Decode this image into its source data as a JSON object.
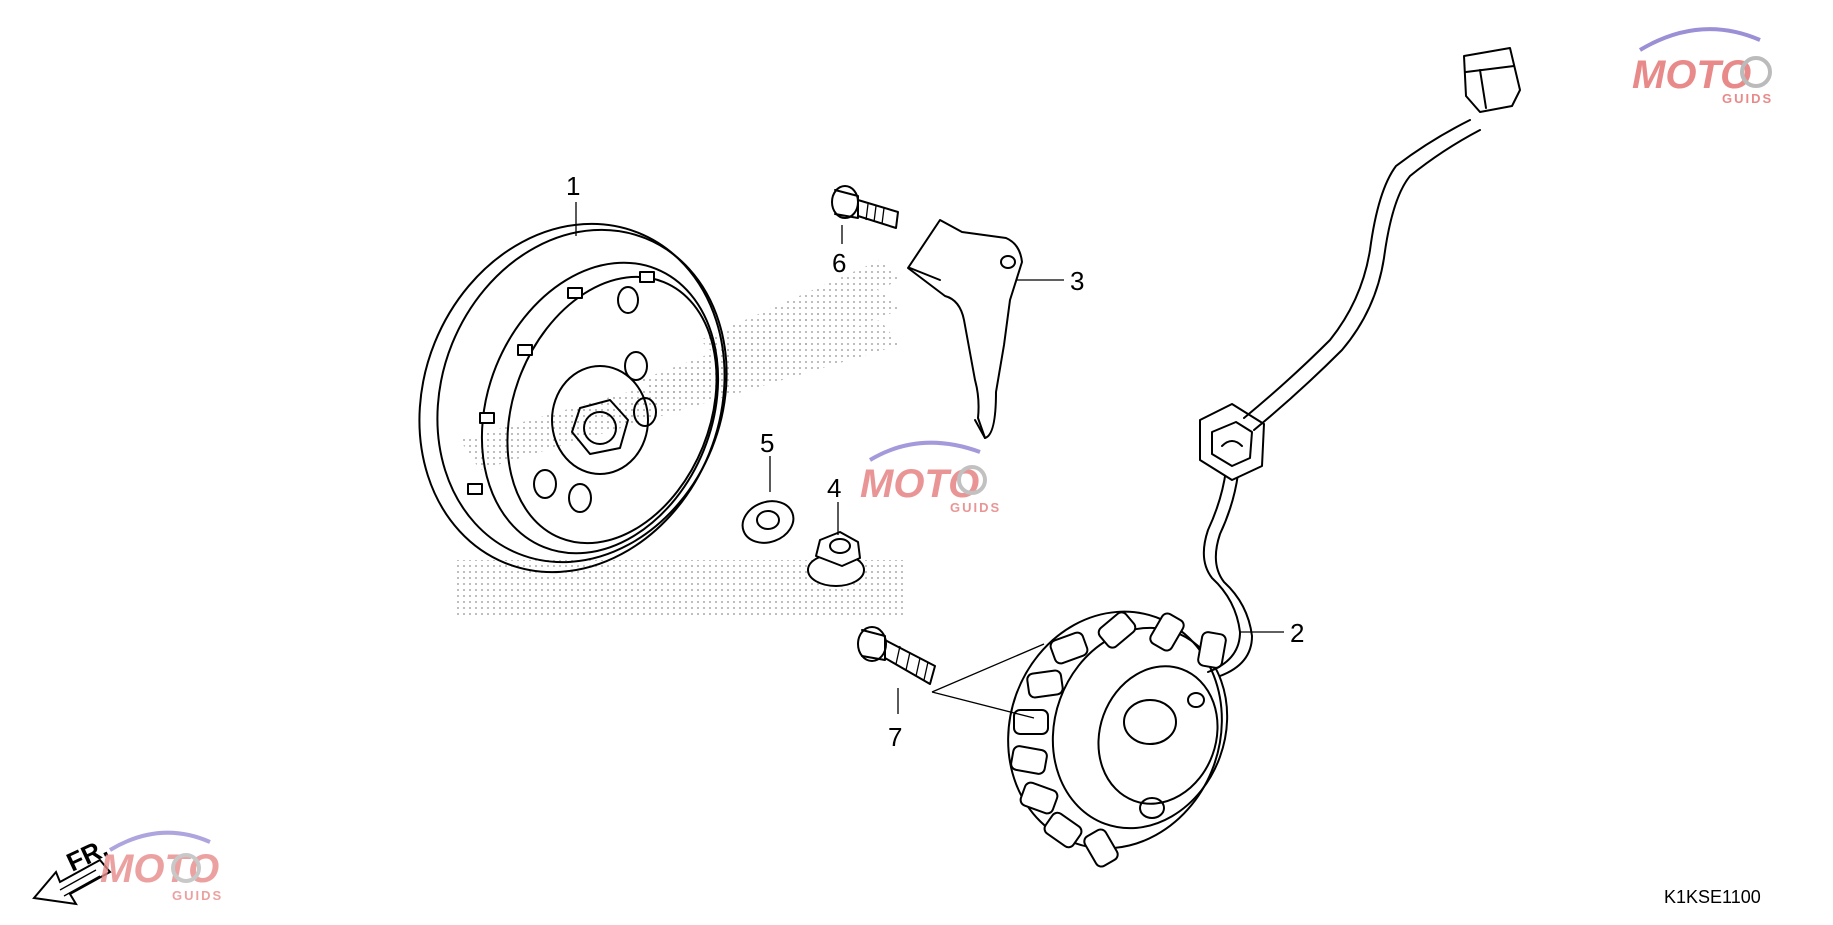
{
  "diagram": {
    "callouts": [
      {
        "id": "1",
        "label": "1"
      },
      {
        "id": "2",
        "label": "2"
      },
      {
        "id": "3",
        "label": "3"
      },
      {
        "id": "4",
        "label": "4"
      },
      {
        "id": "5",
        "label": "5"
      },
      {
        "id": "6",
        "label": "6"
      },
      {
        "id": "7",
        "label": "7"
      }
    ],
    "drawing_code": "K1KSE1100",
    "direction_label": "FR."
  },
  "watermark": {
    "brand_text": "MOTO",
    "sub_text": "GUIDS",
    "colors": {
      "primary": "#e88a8a",
      "secondary": "#9b8fd6",
      "gray": "#bbbbbb"
    }
  },
  "colors": {
    "line": "#000000",
    "background": "#ffffff"
  }
}
